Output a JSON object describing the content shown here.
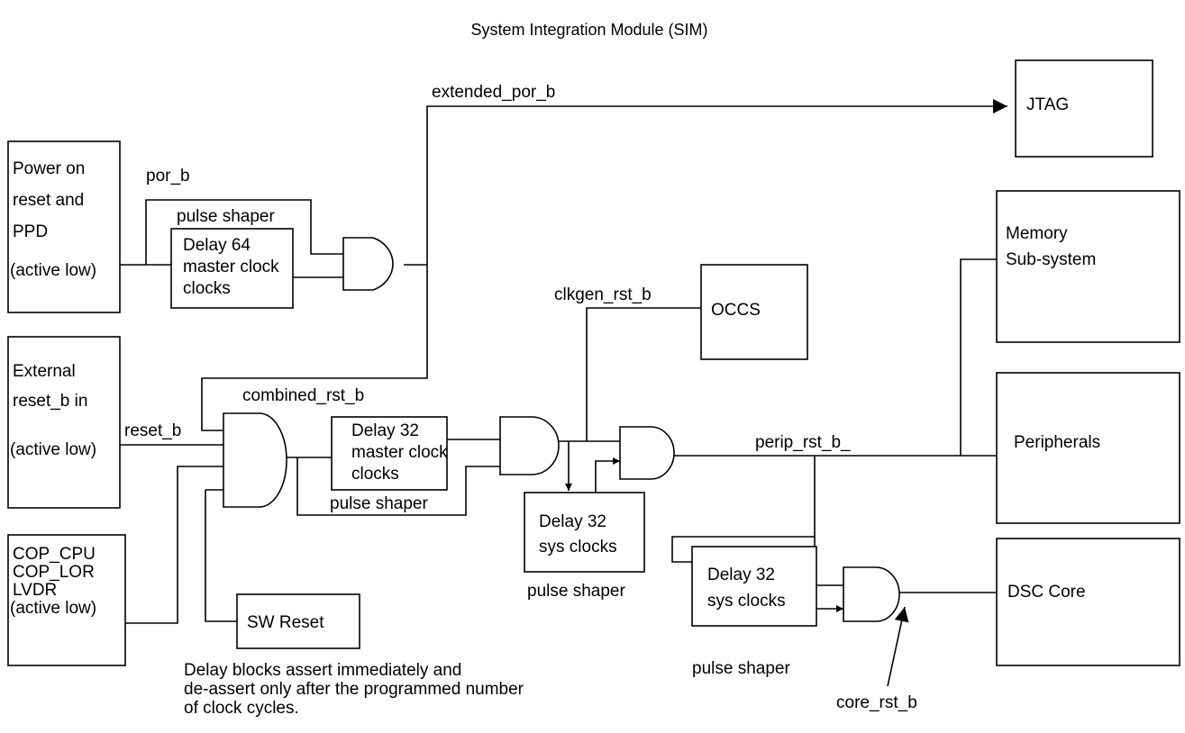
{
  "title": "System Integration Module (SIM)",
  "blocks": {
    "por": [
      "Power on",
      "reset and",
      "PPD",
      "(active low)"
    ],
    "ext_reset": [
      "External",
      "reset_b in",
      "(active low)"
    ],
    "cop": [
      "COP_CPU",
      "COP_LOR",
      "LVDR",
      "(active low)"
    ],
    "delay64": [
      "Delay 64",
      "master clock",
      "clocks"
    ],
    "delay32_master": [
      "Delay 32",
      "master clock",
      "clocks"
    ],
    "delay32_sys_a": [
      "Delay 32",
      "sys clocks"
    ],
    "delay32_sys_b": [
      "Delay 32",
      "sys clocks"
    ],
    "sw_reset": "SW Reset",
    "occs": "OCCS",
    "jtag": "JTAG",
    "memory": [
      "Memory",
      "Sub-system"
    ],
    "peripherals": "Peripherals",
    "dsc_core": "DSC Core"
  },
  "signals": {
    "extended_por_b": "extended_por_b",
    "por_b": "por_b",
    "combined_rst_b": "combined_rst_b",
    "reset_b": "reset_b",
    "clkgen_rst_b": "clkgen_rst_b",
    "perip_rst_b": "perip_rst_b_",
    "core_rst_b": "core_rst_b"
  },
  "pulse_shaper": "pulse shaper",
  "note": [
    "Delay blocks assert immediately and",
    "de-assert only after the programmed number",
    "of clock cycles."
  ]
}
